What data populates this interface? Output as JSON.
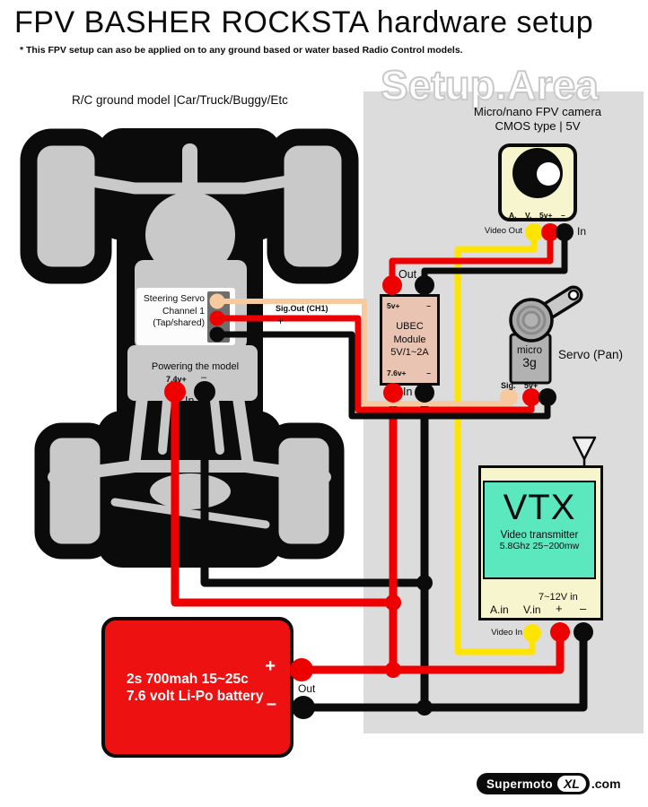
{
  "header": {
    "title": "FPV BASHER ROCKSTA hardware setup",
    "subtitle": "* This FPV setup can aso be applied on to any ground based or water based Radio Control models."
  },
  "watermark": "Setup.Area",
  "model": {
    "label": "R/C ground model |Car/Truck/Buggy/Etc",
    "steering": {
      "line1": "Steering Servo",
      "line2": "Channel 1",
      "line3": "(Tap/shared)",
      "sig_label": "Sig.Out (CH1)",
      "plus": "+",
      "minus": "–"
    },
    "power": {
      "title": "Powering the model",
      "pin_plus": "7.4v+",
      "pin_minus": "–",
      "in_label": "In"
    }
  },
  "camera": {
    "title_line1": "Micro/nano FPV camera",
    "title_line2": "CMOS type | 5V",
    "pin_a": "A.",
    "pin_v": "V.",
    "pin_5v": "5v+",
    "pin_minus": "–",
    "video_out_label": "Video Out",
    "in_label": "In"
  },
  "ubec": {
    "out_label": "Out",
    "pin_5v": "5v+",
    "pin_minus_top": "–",
    "name_line1": "UBEC",
    "name_line2": "Module",
    "name_line3": "5V/1~2A",
    "pin_76": "7.6v+",
    "pin_minus_bottom": "–",
    "in_label": "In"
  },
  "servo": {
    "body_line1": "micro",
    "body_line2": "3g",
    "label": "Servo (Pan)",
    "pin_sig": "Sig.",
    "pin_5v": "5v+",
    "pin_minus": "–"
  },
  "vtx": {
    "name": "VTX",
    "line1": "Video transmitter",
    "line2": "5.8Ghz  25~200mw",
    "pin_ain": "A.in",
    "pin_vin": "V.in",
    "pin_power": "7~12V in",
    "pin_plus": "+",
    "pin_minus": "–",
    "video_in_label": "Video In"
  },
  "battery": {
    "line1": "2s 700mah 15~25c",
    "line2": "7.6 volt  Li-Po battery",
    "plus": "+",
    "minus": "–",
    "out_label": "Out"
  },
  "logo": {
    "part1": "Supermoto",
    "part2": "XL",
    "part3": ".com"
  },
  "colors": {
    "wire_red": "#ee0000",
    "wire_black": "#0b0b0b",
    "wire_yellow": "#ffe400",
    "wire_orange": "#f7c99f",
    "battery_red": "#ee1111",
    "vtx_green": "#5be8bf",
    "cream": "#f6f5cd",
    "ubec_pink": "#e9c4b2",
    "setup_area_gray": "#dcdcdc",
    "wheel_gray": "#c9c9c9"
  }
}
